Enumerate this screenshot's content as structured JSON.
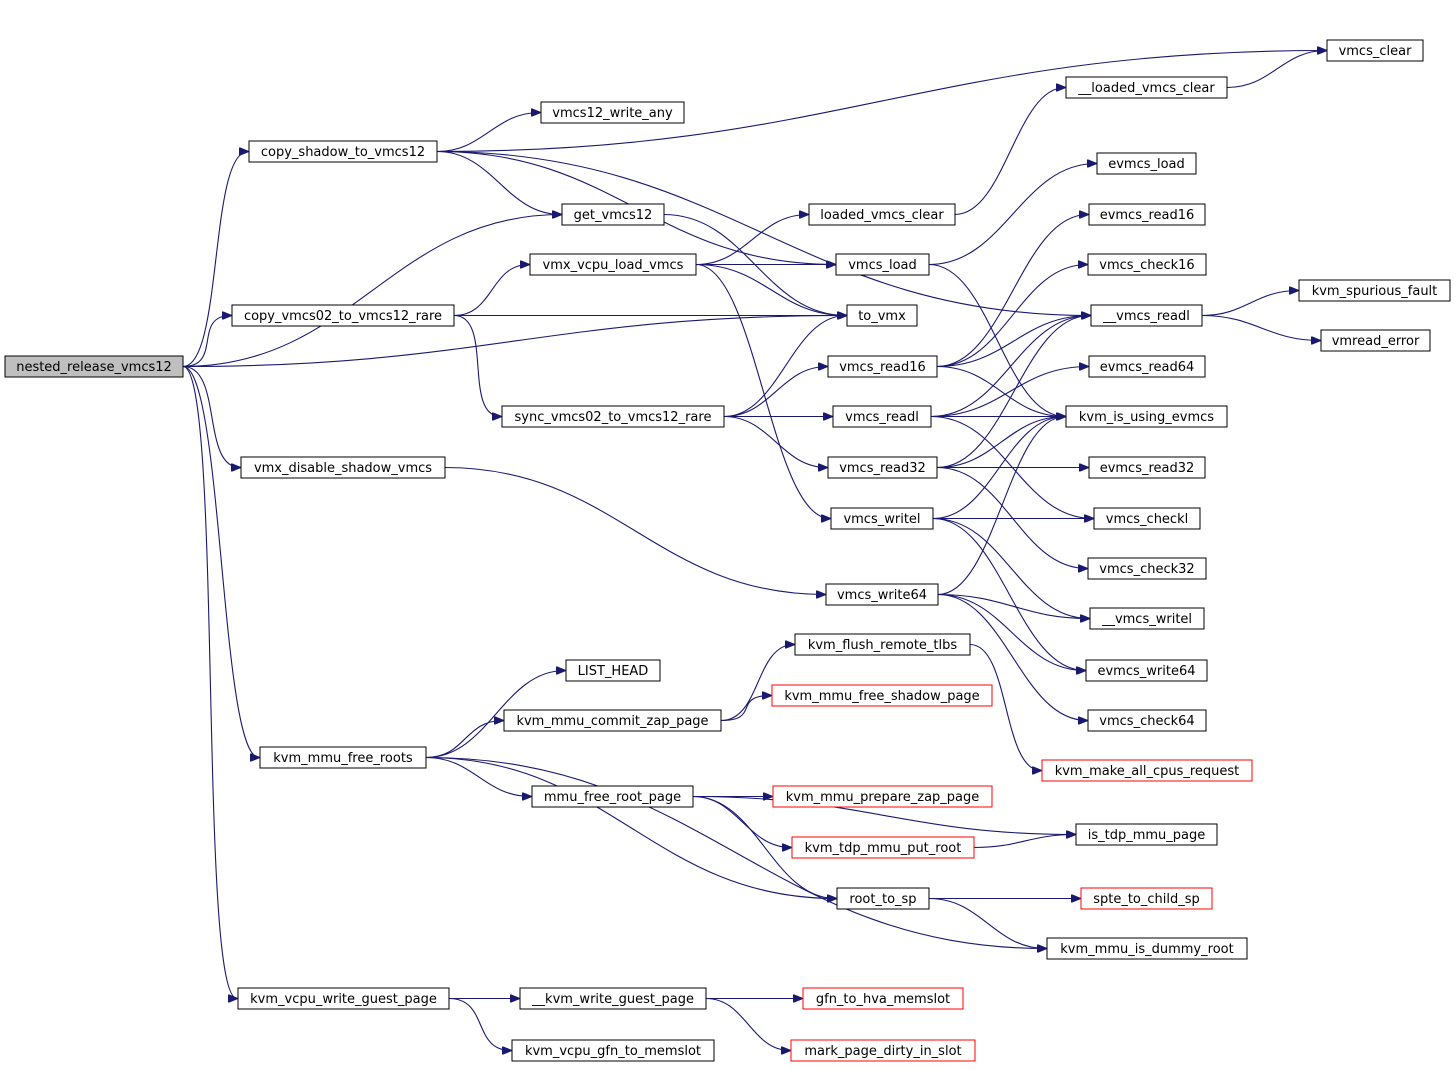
{
  "colors": {
    "edge": "#191970",
    "node_border": "#000000",
    "external_border": "#ff0000",
    "root_fill": "#bfbfbf"
  },
  "nodes": [
    {
      "id": "nested_release_vmcs12",
      "label": "nested_release_vmcs12",
      "kind": "root"
    },
    {
      "id": "copy_shadow_to_vmcs12",
      "label": "copy_shadow_to_vmcs12",
      "kind": "normal"
    },
    {
      "id": "copy_vmcs02_to_vmcs12_rare",
      "label": "copy_vmcs02_to_vmcs12_rare",
      "kind": "normal"
    },
    {
      "id": "vmx_disable_shadow_vmcs",
      "label": "vmx_disable_shadow_vmcs",
      "kind": "normal"
    },
    {
      "id": "kvm_mmu_free_roots",
      "label": "kvm_mmu_free_roots",
      "kind": "normal"
    },
    {
      "id": "kvm_vcpu_write_guest_page",
      "label": "kvm_vcpu_write_guest_page",
      "kind": "normal"
    },
    {
      "id": "vmcs12_write_any",
      "label": "vmcs12_write_any",
      "kind": "normal"
    },
    {
      "id": "get_vmcs12",
      "label": "get_vmcs12",
      "kind": "normal"
    },
    {
      "id": "vmx_vcpu_load_vmcs",
      "label": "vmx_vcpu_load_vmcs",
      "kind": "normal"
    },
    {
      "id": "sync_vmcs02_to_vmcs12_rare",
      "label": "sync_vmcs02_to_vmcs12_rare",
      "kind": "normal"
    },
    {
      "id": "LIST_HEAD",
      "label": "LIST_HEAD",
      "kind": "normal"
    },
    {
      "id": "kvm_mmu_commit_zap_page",
      "label": "kvm_mmu_commit_zap_page",
      "kind": "normal"
    },
    {
      "id": "mmu_free_root_page",
      "label": "mmu_free_root_page",
      "kind": "normal"
    },
    {
      "id": "__kvm_write_guest_page",
      "label": "__kvm_write_guest_page",
      "kind": "normal"
    },
    {
      "id": "kvm_vcpu_gfn_to_memslot",
      "label": "kvm_vcpu_gfn_to_memslot",
      "kind": "normal"
    },
    {
      "id": "loaded_vmcs_clear",
      "label": "loaded_vmcs_clear",
      "kind": "normal"
    },
    {
      "id": "vmcs_load",
      "label": "vmcs_load",
      "kind": "normal"
    },
    {
      "id": "to_vmx",
      "label": "to_vmx",
      "kind": "normal"
    },
    {
      "id": "vmcs_read16",
      "label": "vmcs_read16",
      "kind": "normal"
    },
    {
      "id": "vmcs_readl",
      "label": "vmcs_readl",
      "kind": "normal"
    },
    {
      "id": "vmcs_read32",
      "label": "vmcs_read32",
      "kind": "normal"
    },
    {
      "id": "vmcs_writel",
      "label": "vmcs_writel",
      "kind": "normal"
    },
    {
      "id": "vmcs_write64",
      "label": "vmcs_write64",
      "kind": "normal"
    },
    {
      "id": "kvm_flush_remote_tlbs",
      "label": "kvm_flush_remote_tlbs",
      "kind": "normal"
    },
    {
      "id": "kvm_mmu_free_shadow_page",
      "label": "kvm_mmu_free_shadow_page",
      "kind": "external"
    },
    {
      "id": "kvm_mmu_prepare_zap_page",
      "label": "kvm_mmu_prepare_zap_page",
      "kind": "external"
    },
    {
      "id": "kvm_tdp_mmu_put_root",
      "label": "kvm_tdp_mmu_put_root",
      "kind": "external"
    },
    {
      "id": "root_to_sp",
      "label": "root_to_sp",
      "kind": "normal"
    },
    {
      "id": "gfn_to_hva_memslot",
      "label": "gfn_to_hva_memslot",
      "kind": "external"
    },
    {
      "id": "mark_page_dirty_in_slot",
      "label": "mark_page_dirty_in_slot",
      "kind": "external"
    },
    {
      "id": "__loaded_vmcs_clear",
      "label": "__loaded_vmcs_clear",
      "kind": "normal"
    },
    {
      "id": "vmcs_clear",
      "label": "vmcs_clear",
      "kind": "normal"
    },
    {
      "id": "evmcs_load",
      "label": "evmcs_load",
      "kind": "normal"
    },
    {
      "id": "evmcs_read16",
      "label": "evmcs_read16",
      "kind": "normal"
    },
    {
      "id": "vmcs_check16",
      "label": "vmcs_check16",
      "kind": "normal"
    },
    {
      "id": "__vmcs_readl",
      "label": "__vmcs_readl",
      "kind": "normal"
    },
    {
      "id": "evmcs_read64",
      "label": "evmcs_read64",
      "kind": "normal"
    },
    {
      "id": "kvm_is_using_evmcs",
      "label": "kvm_is_using_evmcs",
      "kind": "normal"
    },
    {
      "id": "evmcs_read32",
      "label": "evmcs_read32",
      "kind": "normal"
    },
    {
      "id": "vmcs_checkl",
      "label": "vmcs_checkl",
      "kind": "normal"
    },
    {
      "id": "vmcs_check32",
      "label": "vmcs_check32",
      "kind": "normal"
    },
    {
      "id": "__vmcs_writel",
      "label": "__vmcs_writel",
      "kind": "normal"
    },
    {
      "id": "evmcs_write64",
      "label": "evmcs_write64",
      "kind": "normal"
    },
    {
      "id": "vmcs_check64",
      "label": "vmcs_check64",
      "kind": "normal"
    },
    {
      "id": "kvm_make_all_cpus_request",
      "label": "kvm_make_all_cpus_request",
      "kind": "external"
    },
    {
      "id": "is_tdp_mmu_page",
      "label": "is_tdp_mmu_page",
      "kind": "normal"
    },
    {
      "id": "spte_to_child_sp",
      "label": "spte_to_child_sp",
      "kind": "external"
    },
    {
      "id": "kvm_mmu_is_dummy_root",
      "label": "kvm_mmu_is_dummy_root",
      "kind": "normal"
    },
    {
      "id": "kvm_spurious_fault",
      "label": "kvm_spurious_fault",
      "kind": "normal"
    },
    {
      "id": "vmread_error",
      "label": "vmread_error",
      "kind": "normal"
    }
  ],
  "edges": [
    [
      "nested_release_vmcs12",
      "copy_shadow_to_vmcs12"
    ],
    [
      "nested_release_vmcs12",
      "get_vmcs12"
    ],
    [
      "nested_release_vmcs12",
      "copy_vmcs02_to_vmcs12_rare"
    ],
    [
      "nested_release_vmcs12",
      "to_vmx"
    ],
    [
      "nested_release_vmcs12",
      "vmx_disable_shadow_vmcs"
    ],
    [
      "nested_release_vmcs12",
      "kvm_mmu_free_roots"
    ],
    [
      "nested_release_vmcs12",
      "kvm_vcpu_write_guest_page"
    ],
    [
      "copy_shadow_to_vmcs12",
      "vmcs_clear"
    ],
    [
      "copy_shadow_to_vmcs12",
      "vmcs_load"
    ],
    [
      "copy_shadow_to_vmcs12",
      "vmcs12_write_any"
    ],
    [
      "copy_shadow_to_vmcs12",
      "__vmcs_readl"
    ],
    [
      "copy_shadow_to_vmcs12",
      "get_vmcs12"
    ],
    [
      "get_vmcs12",
      "to_vmx"
    ],
    [
      "copy_vmcs02_to_vmcs12_rare",
      "vmx_vcpu_load_vmcs"
    ],
    [
      "copy_vmcs02_to_vmcs12_rare",
      "to_vmx"
    ],
    [
      "copy_vmcs02_to_vmcs12_rare",
      "sync_vmcs02_to_vmcs12_rare"
    ],
    [
      "vmx_vcpu_load_vmcs",
      "loaded_vmcs_clear"
    ],
    [
      "vmx_vcpu_load_vmcs",
      "vmcs_load"
    ],
    [
      "vmx_vcpu_load_vmcs",
      "to_vmx"
    ],
    [
      "vmx_vcpu_load_vmcs",
      "vmcs_writel"
    ],
    [
      "sync_vmcs02_to_vmcs12_rare",
      "to_vmx"
    ],
    [
      "sync_vmcs02_to_vmcs12_rare",
      "vmcs_read16"
    ],
    [
      "sync_vmcs02_to_vmcs12_rare",
      "vmcs_readl"
    ],
    [
      "sync_vmcs02_to_vmcs12_rare",
      "vmcs_read32"
    ],
    [
      "vmx_disable_shadow_vmcs",
      "vmcs_write64"
    ],
    [
      "loaded_vmcs_clear",
      "__loaded_vmcs_clear"
    ],
    [
      "__loaded_vmcs_clear",
      "vmcs_clear"
    ],
    [
      "vmcs_load",
      "evmcs_load"
    ],
    [
      "vmcs_load",
      "kvm_is_using_evmcs"
    ],
    [
      "vmcs_read16",
      "evmcs_read16"
    ],
    [
      "vmcs_read16",
      "vmcs_check16"
    ],
    [
      "vmcs_read16",
      "__vmcs_readl"
    ],
    [
      "vmcs_read16",
      "kvm_is_using_evmcs"
    ],
    [
      "vmcs_readl",
      "__vmcs_readl"
    ],
    [
      "vmcs_readl",
      "evmcs_read64"
    ],
    [
      "vmcs_readl",
      "kvm_is_using_evmcs"
    ],
    [
      "vmcs_readl",
      "vmcs_checkl"
    ],
    [
      "vmcs_read32",
      "__vmcs_readl"
    ],
    [
      "vmcs_read32",
      "kvm_is_using_evmcs"
    ],
    [
      "vmcs_read32",
      "evmcs_read32"
    ],
    [
      "vmcs_read32",
      "vmcs_check32"
    ],
    [
      "vmcs_writel",
      "kvm_is_using_evmcs"
    ],
    [
      "vmcs_writel",
      "vmcs_checkl"
    ],
    [
      "vmcs_writel",
      "__vmcs_writel"
    ],
    [
      "vmcs_writel",
      "evmcs_write64"
    ],
    [
      "vmcs_write64",
      "kvm_is_using_evmcs"
    ],
    [
      "vmcs_write64",
      "__vmcs_writel"
    ],
    [
      "vmcs_write64",
      "evmcs_write64"
    ],
    [
      "vmcs_write64",
      "vmcs_check64"
    ],
    [
      "__vmcs_readl",
      "kvm_spurious_fault"
    ],
    [
      "__vmcs_readl",
      "vmread_error"
    ],
    [
      "kvm_mmu_free_roots",
      "LIST_HEAD"
    ],
    [
      "kvm_mmu_free_roots",
      "kvm_mmu_commit_zap_page"
    ],
    [
      "kvm_mmu_free_roots",
      "mmu_free_root_page"
    ],
    [
      "kvm_mmu_free_roots",
      "root_to_sp"
    ],
    [
      "kvm_mmu_free_roots",
      "kvm_mmu_is_dummy_root"
    ],
    [
      "kvm_mmu_commit_zap_page",
      "kvm_flush_remote_tlbs"
    ],
    [
      "kvm_mmu_commit_zap_page",
      "kvm_mmu_free_shadow_page"
    ],
    [
      "kvm_flush_remote_tlbs",
      "kvm_make_all_cpus_request"
    ],
    [
      "mmu_free_root_page",
      "is_tdp_mmu_page"
    ],
    [
      "mmu_free_root_page",
      "kvm_mmu_prepare_zap_page"
    ],
    [
      "mmu_free_root_page",
      "kvm_tdp_mmu_put_root"
    ],
    [
      "mmu_free_root_page",
      "root_to_sp"
    ],
    [
      "kvm_tdp_mmu_put_root",
      "is_tdp_mmu_page"
    ],
    [
      "root_to_sp",
      "spte_to_child_sp"
    ],
    [
      "root_to_sp",
      "kvm_mmu_is_dummy_root"
    ],
    [
      "kvm_vcpu_write_guest_page",
      "__kvm_write_guest_page"
    ],
    [
      "kvm_vcpu_write_guest_page",
      "kvm_vcpu_gfn_to_memslot"
    ],
    [
      "__kvm_write_guest_page",
      "gfn_to_hva_memslot"
    ],
    [
      "__kvm_write_guest_page",
      "mark_page_dirty_in_slot"
    ]
  ]
}
